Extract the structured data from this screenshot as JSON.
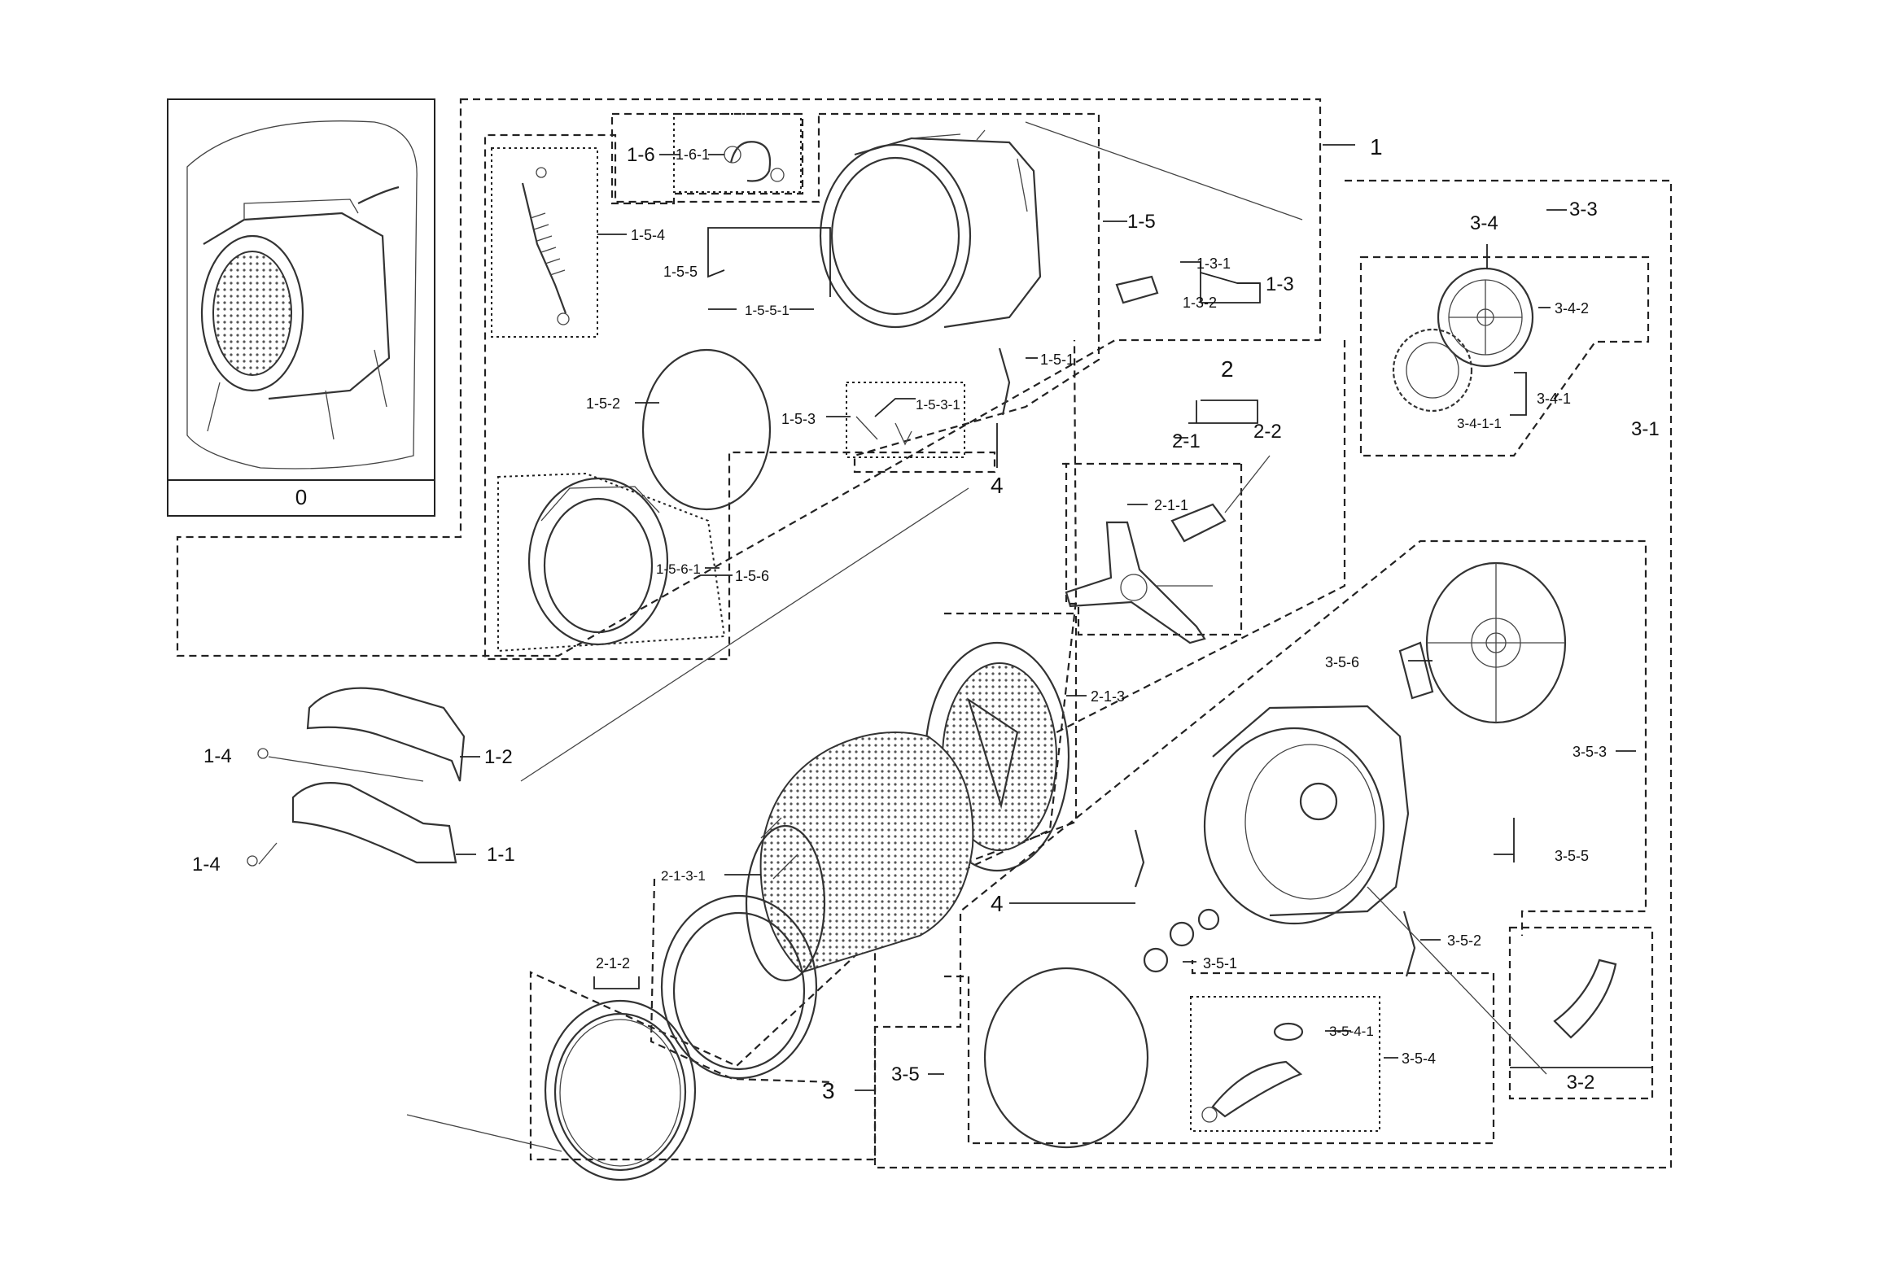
{
  "labels": {
    "l0": "0",
    "l1": "1",
    "l1_1": "1-1",
    "l1_2": "1-2",
    "l1_3": "1-3",
    "l1_3_1": "1-3-1",
    "l1_3_2": "1-3-2",
    "l1_4a": "1-4",
    "l1_4b": "1-4",
    "l1_5": "1-5",
    "l1_5_1": "1-5-1",
    "l1_5_2": "1-5-2",
    "l1_5_3": "1-5-3",
    "l1_5_3_1": "1-5-3-1",
    "l1_5_4": "1-5-4",
    "l1_5_5": "1-5-5",
    "l1_5_5_1": "1-5-5-1",
    "l1_5_6": "1-5-6",
    "l1_5_6_1": "1-5-6-1",
    "l1_6": "1-6",
    "l1_6_1": "1-6-1",
    "l2": "2",
    "l2_1": "2-1",
    "l2_1_1": "2-1-1",
    "l2_1_2": "2-1-2",
    "l2_1_3": "2-1-3",
    "l2_1_3_1": "2-1-3-1",
    "l2_2": "2-2",
    "l3": "3",
    "l3_1": "3-1",
    "l3_2": "3-2",
    "l3_3": "3-3",
    "l3_4": "3-4",
    "l3_4_1": "3-4-1",
    "l3_4_1_1": "3-4-1-1",
    "l3_4_2": "3-4-2",
    "l3_5": "3-5",
    "l3_5_1": "3-5-1",
    "l3_5_2": "3-5-2",
    "l3_5_3": "3-5-3",
    "l3_5_4": "3-5-4",
    "l3_5_4_1": "3-5-4-1",
    "l3_5_5": "3-5-5",
    "l3_5_6": "3-5-6",
    "l4a": "4",
    "l4b": "4"
  }
}
